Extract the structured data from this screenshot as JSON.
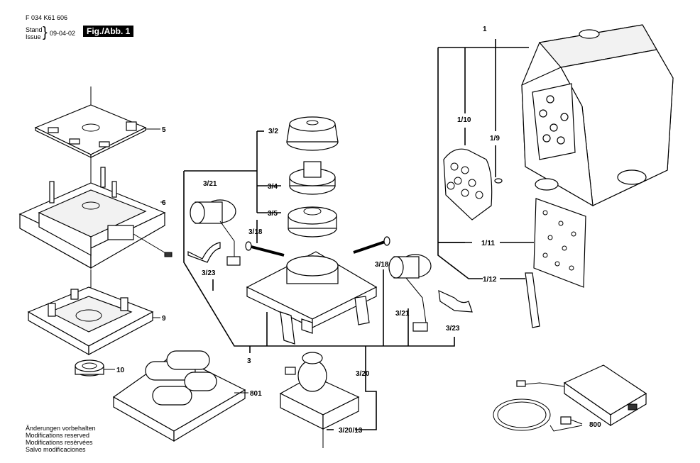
{
  "header": {
    "doc_number": "F 034 K61 606",
    "stand_label": "Stand",
    "issue_label": "Issue",
    "date": "09-04-02",
    "figure_label": "Fig./Abb. 1"
  },
  "callouts": {
    "c1": "1",
    "c1_10": "1/10",
    "c1_9": "1/9",
    "c1_11": "1/11",
    "c1_12": "1/12",
    "c3": "3",
    "c3_2": "3/2",
    "c3_4": "3/4",
    "c3_5": "3/5",
    "c3_18a": "3/18",
    "c3_18b": "3/18",
    "c3_21a": "3/21",
    "c3_21b": "3/21",
    "c3_23a": "3/23",
    "c3_23b": "3/23",
    "c3_20": "3/20",
    "c3_20_13": "3/20/13",
    "c5": "5",
    "c6": "6",
    "c9": "9",
    "c10": "10",
    "c800": "800",
    "c801": "801"
  },
  "notes": [
    "Änderungen vorbehalten",
    "Modifications reserved",
    "Modifications resèrvées",
    "Salvo modificaciones"
  ]
}
